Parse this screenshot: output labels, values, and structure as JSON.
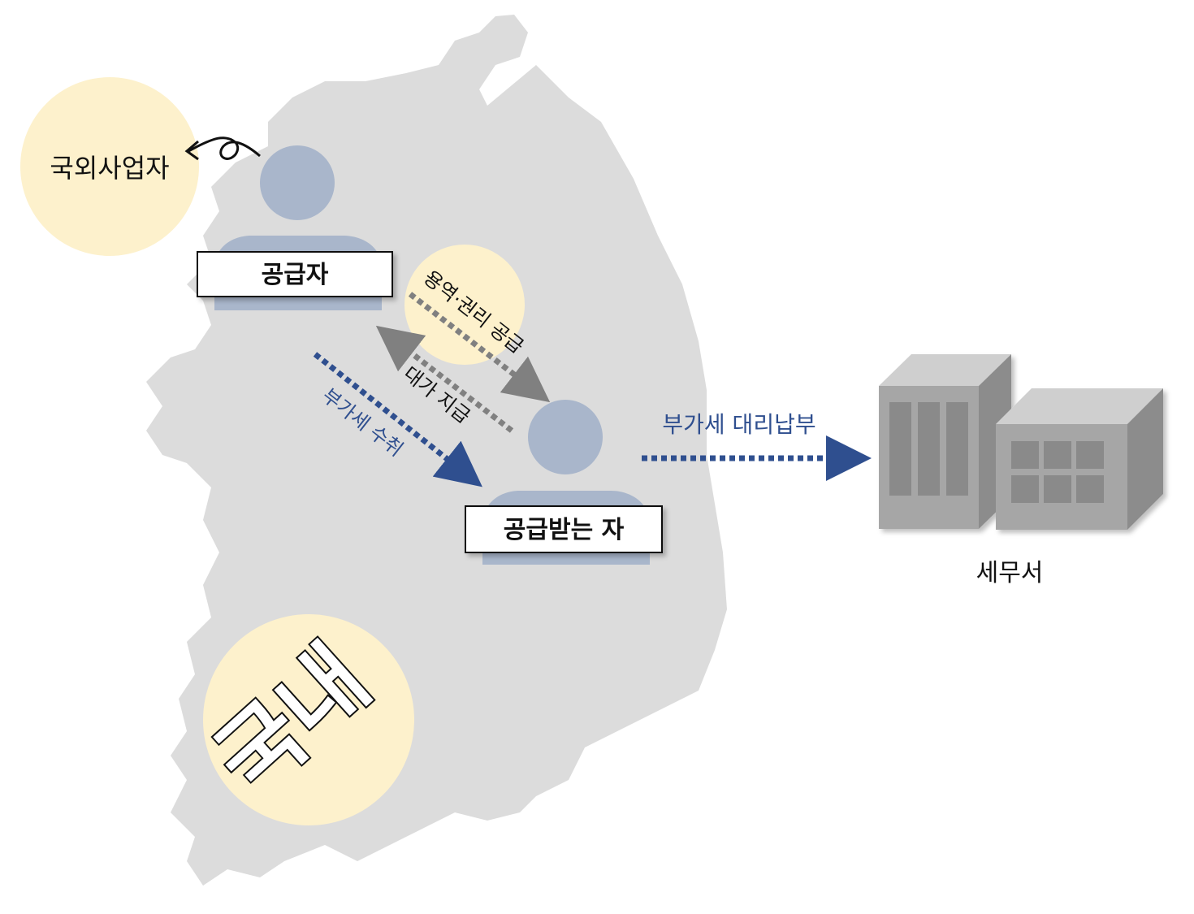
{
  "nodes": {
    "foreign_business": "국외사업자",
    "supplier": "공급자",
    "recipient": "공급받는 자",
    "tax_office": "세무서",
    "domestic": "국내"
  },
  "edges": {
    "supply": "용역·권리 공급",
    "payment": "대가 지급",
    "vat_collection": "부가세 수취",
    "vat_proxy_payment": "부가세 대리납부"
  },
  "colors": {
    "map": "#dcdcdc",
    "highlight_circle": "#fdf1cc",
    "person": "#a9b6cb",
    "blue_arrow": "#2f4f8f",
    "gray_arrow": "#808080",
    "building": "#a6a6a6"
  }
}
